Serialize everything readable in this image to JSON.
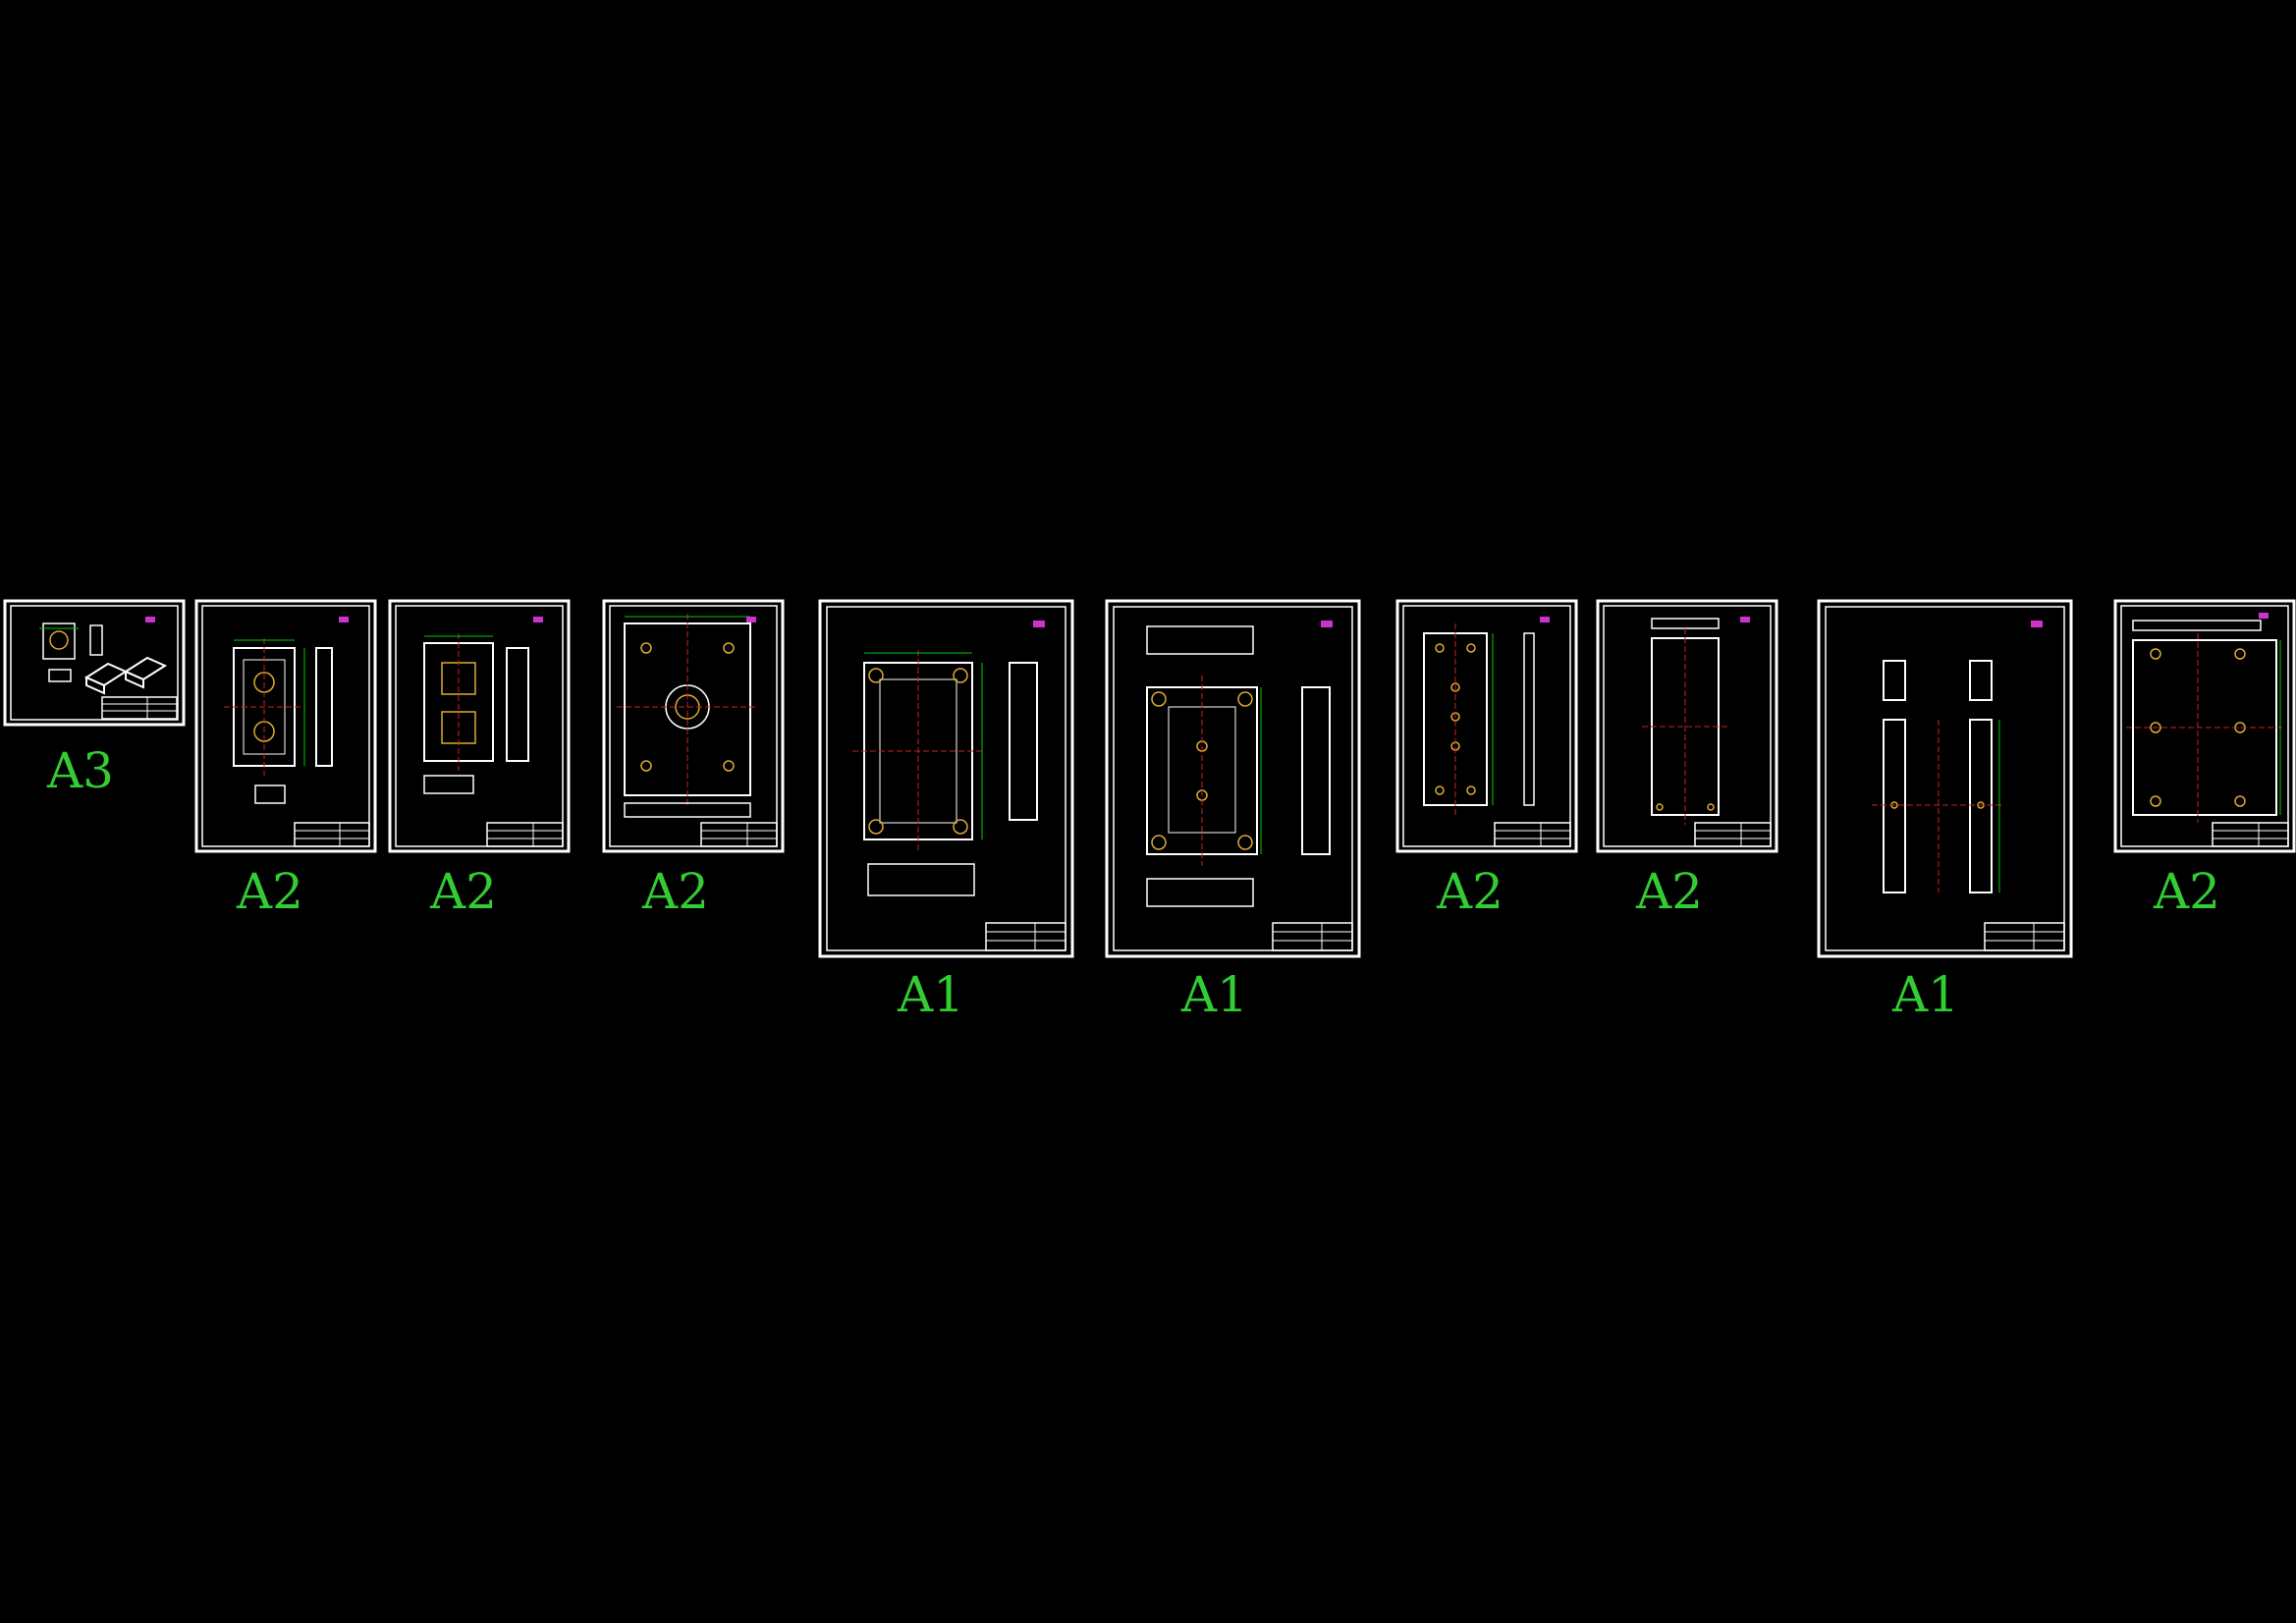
{
  "colors": {
    "background": "#000000",
    "frame": "#ffffff",
    "label": "#33cc33",
    "dimension": "#00cc00",
    "centerline": "#cc2222",
    "hole": "#ddaa33",
    "accent": "#cc33cc"
  },
  "sheets": [
    {
      "label": "A3"
    },
    {
      "label": "A2"
    },
    {
      "label": "A2"
    },
    {
      "label": "A2"
    },
    {
      "label": "A1"
    },
    {
      "label": "A1"
    },
    {
      "label": "A2"
    },
    {
      "label": "A2"
    },
    {
      "label": "A1"
    },
    {
      "label": "A2"
    }
  ]
}
